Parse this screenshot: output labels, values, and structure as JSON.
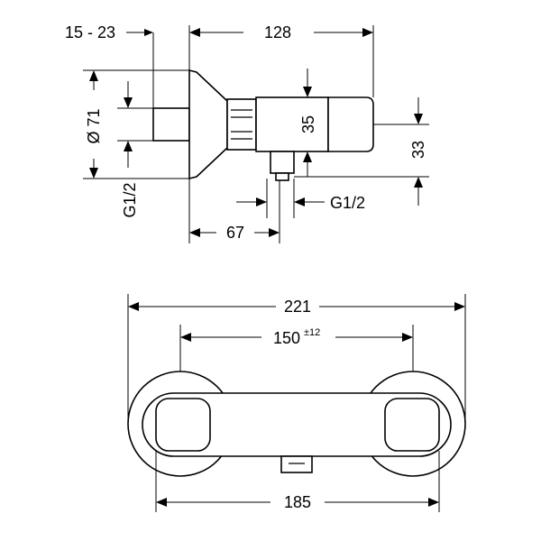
{
  "drawing": {
    "side_view": {
      "dim_setback": "15 - 23",
      "dim_length": "128",
      "dim_rosette_dia": "Ø 71",
      "dim_thread_left": "G1/2",
      "dim_body_height": "35",
      "dim_outlet_height": "33",
      "dim_thread_outlet": "G1/2",
      "dim_outlet_offset": "67"
    },
    "front_view": {
      "dim_overall_width": "221",
      "dim_centers": "150",
      "dim_centers_tolerance": "±12",
      "dim_body_width": "185"
    }
  }
}
